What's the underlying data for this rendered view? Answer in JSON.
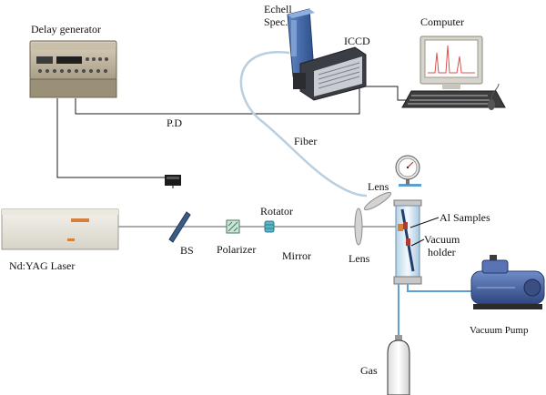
{
  "labels": {
    "delay_generator": "Delay generator",
    "echelle_spec_line1": "Echell",
    "echelle_spec_line2": "Spec.",
    "iccd": "ICCD",
    "computer": "Computer",
    "pd": "P.D",
    "fiber": "Fiber",
    "lens_top": "Lens",
    "lens_bottom": "Lens",
    "al_samples": "Al Samples",
    "vacuum_holder_line1": "Vacuum",
    "vacuum_holder_line2": "holder",
    "rotator": "Rotator",
    "polarizer": "Polarizer",
    "mirror": "Mirror",
    "bs": "BS",
    "nd_yag_laser": "Nd:YAG Laser",
    "vacuum_pump": "Vacuum Pump",
    "gas": "Gas"
  },
  "colors": {
    "beam": "#7a7a7a",
    "wire": "#1b1b1b",
    "fiber": "#b9cfe0",
    "pipe": "#5b9fd6",
    "beam_splitter": "#3a5b86",
    "pump_body": "#4a66a8"
  },
  "icons": {
    "delay_generator": "delay-generator-device",
    "spectrometer": "echelle-spectrometer-device",
    "computer": "desktop-computer",
    "laser": "nd-yag-laser-head",
    "pump": "vacuum-pump-device",
    "gauge": "pressure-gauge",
    "gas_bottle": "gas-cylinder"
  }
}
